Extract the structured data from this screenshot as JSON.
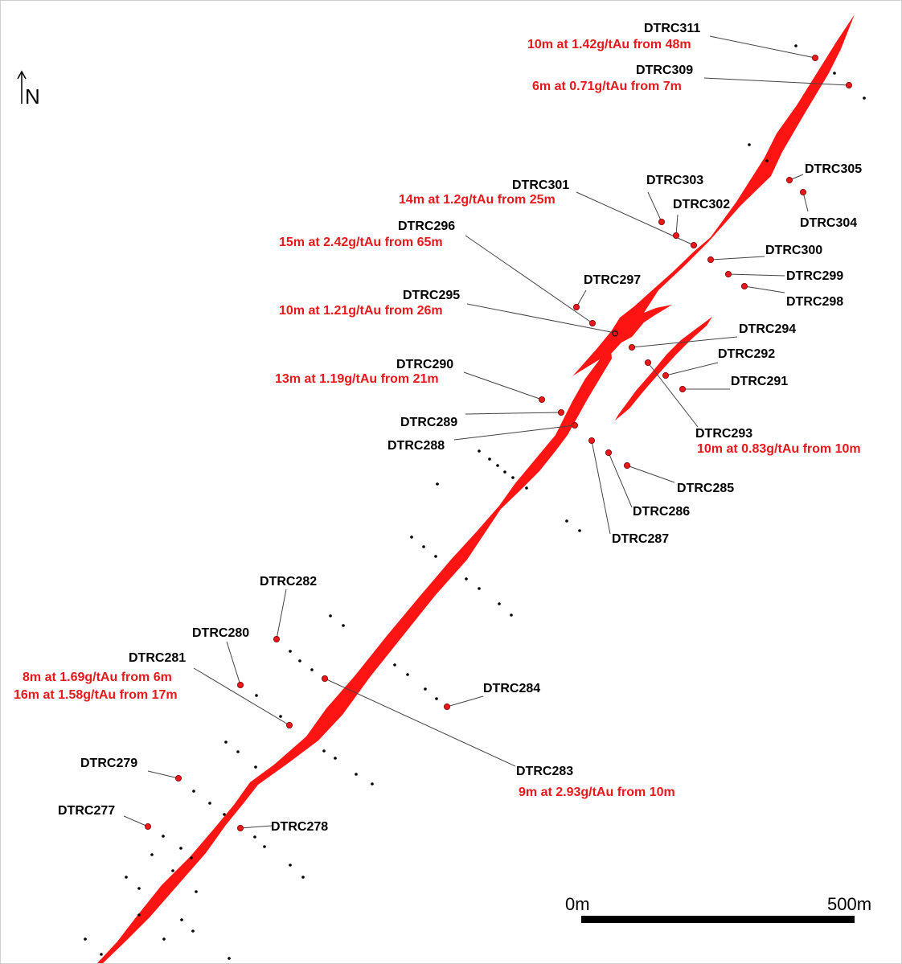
{
  "colors": {
    "vein": "#ff1414",
    "hole": "#e8181c",
    "result": "#e8181c",
    "label": "#000000"
  },
  "north": {
    "label": "N",
    "icon": "north-arrow-icon"
  },
  "scale": {
    "start_label": "0m",
    "end_label": "500m"
  },
  "holes": [
    {
      "id": "DTRC311",
      "result": "10m at 1.42g/tAu from 48m"
    },
    {
      "id": "DTRC309",
      "result": "6m at 0.71g/tAu from 7m"
    },
    {
      "id": "DTRC305"
    },
    {
      "id": "DTRC304"
    },
    {
      "id": "DTRC303"
    },
    {
      "id": "DTRC302"
    },
    {
      "id": "DTRC301",
      "result": "14m at 1.2g/tAu from 25m"
    },
    {
      "id": "DTRC300"
    },
    {
      "id": "DTRC299"
    },
    {
      "id": "DTRC298"
    },
    {
      "id": "DTRC297"
    },
    {
      "id": "DTRC296",
      "result": "15m at 2.42g/tAu from 65m"
    },
    {
      "id": "DTRC295",
      "result": "10m at 1.21g/tAu from 26m"
    },
    {
      "id": "DTRC294"
    },
    {
      "id": "DTRC293",
      "result": "10m at 0.83g/tAu from 10m"
    },
    {
      "id": "DTRC292"
    },
    {
      "id": "DTRC291"
    },
    {
      "id": "DTRC290",
      "result": "13m at 1.19g/tAu from 21m"
    },
    {
      "id": "DTRC289"
    },
    {
      "id": "DTRC288"
    },
    {
      "id": "DTRC287"
    },
    {
      "id": "DTRC286"
    },
    {
      "id": "DTRC285"
    },
    {
      "id": "DTRC284"
    },
    {
      "id": "DTRC283",
      "result": "9m at 2.93g/tAu from 10m"
    },
    {
      "id": "DTRC282"
    },
    {
      "id": "DTRC281",
      "result": "8m at 1.69g/tAu from 6m",
      "result2": "16m at 1.58g/tAu from 17m"
    },
    {
      "id": "DTRC280"
    },
    {
      "id": "DTRC279"
    },
    {
      "id": "DTRC278"
    },
    {
      "id": "DTRC277"
    }
  ]
}
